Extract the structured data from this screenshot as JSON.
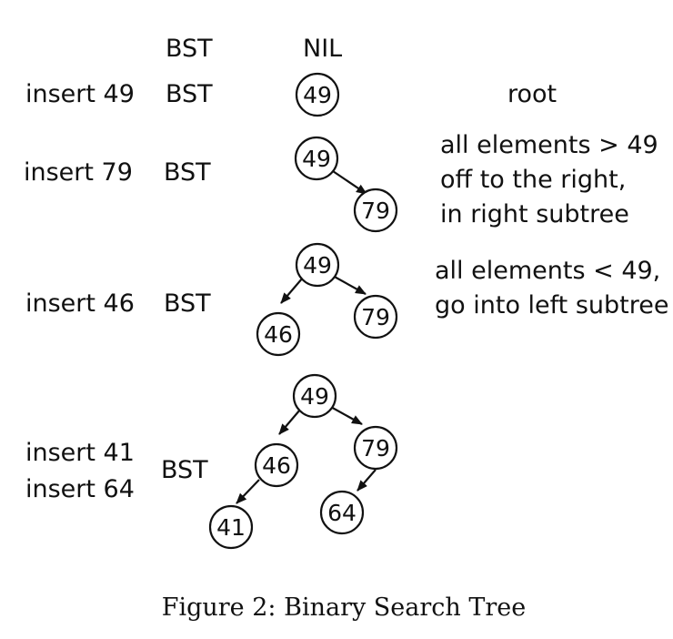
{
  "header": {
    "bst": "BST",
    "nil": "NIL"
  },
  "steps": [
    {
      "action": "insert 49",
      "tree_label": "BST",
      "annotation": [
        "root"
      ],
      "nodes": [
        {
          "id": "a",
          "value": "49"
        }
      ],
      "edges": []
    },
    {
      "action": "insert 79",
      "tree_label": "BST",
      "annotation": [
        "all elements > 49",
        "off to the right,",
        "in right subtree"
      ],
      "nodes": [
        {
          "id": "a",
          "value": "49"
        },
        {
          "id": "b",
          "value": "79"
        }
      ],
      "edges": [
        [
          "a",
          "b"
        ]
      ]
    },
    {
      "action": "insert 46",
      "tree_label": "BST",
      "annotation": [
        "all elements < 49,",
        "go into left subtree"
      ],
      "nodes": [
        {
          "id": "a",
          "value": "49"
        },
        {
          "id": "b",
          "value": "46"
        },
        {
          "id": "c",
          "value": "79"
        }
      ],
      "edges": [
        [
          "a",
          "b"
        ],
        [
          "a",
          "c"
        ]
      ]
    },
    {
      "action": [
        "insert 41",
        "insert 64"
      ],
      "tree_label": "BST",
      "annotation": [],
      "nodes": [
        {
          "id": "a",
          "value": "49"
        },
        {
          "id": "b",
          "value": "46"
        },
        {
          "id": "c",
          "value": "79"
        },
        {
          "id": "d",
          "value": "41"
        },
        {
          "id": "e",
          "value": "64"
        }
      ],
      "edges": [
        [
          "a",
          "b"
        ],
        [
          "a",
          "c"
        ],
        [
          "b",
          "d"
        ],
        [
          "c",
          "e"
        ]
      ]
    }
  ],
  "caption": "Figure 2: Binary Search Tree"
}
